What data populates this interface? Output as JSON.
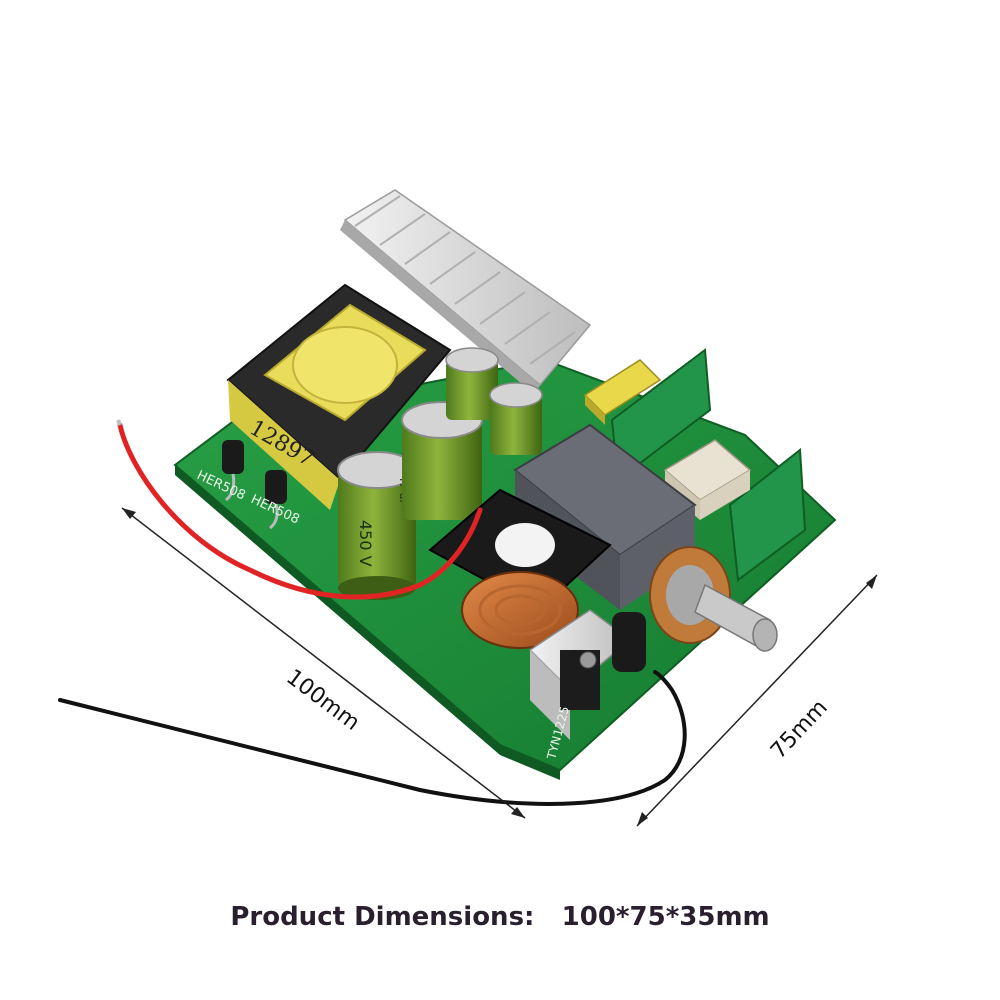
{
  "product": {
    "caption_label": "Product Dimensions:",
    "caption_value": "100*75*35mm"
  },
  "dimensions": {
    "length_label": "100mm",
    "width_label": "75mm"
  },
  "board_markings": {
    "transformer_code": "12897",
    "diode_left": "HER508",
    "diode_right": "HER508",
    "capacitor_voltage": "450 V",
    "capacitor_value": "47 uF",
    "triac_code": "TYN1225"
  },
  "colors": {
    "pcb": "#1f8a3a",
    "transformer": "#e2d64f",
    "capacitor": "#6b8f2a",
    "heatsink": "#d9d9d9",
    "relay": "#5b5e66",
    "red_wire": "#e02424",
    "black_wire": "#111111",
    "caption": "#2a1f2e"
  }
}
